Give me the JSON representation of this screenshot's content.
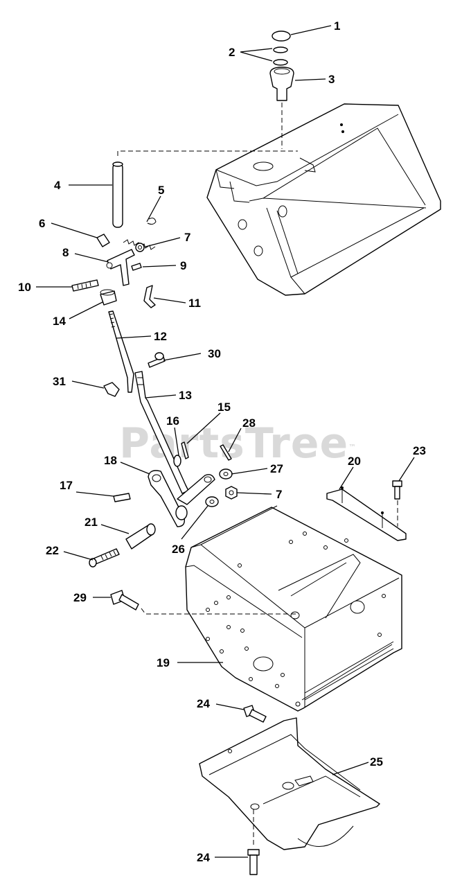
{
  "watermark": {
    "text": "PartsTree",
    "mark": "™"
  },
  "callouts": [
    {
      "id": "c1",
      "label": "1"
    },
    {
      "id": "c2",
      "label": "2"
    },
    {
      "id": "c3",
      "label": "3"
    },
    {
      "id": "c4",
      "label": "4"
    },
    {
      "id": "c5",
      "label": "5"
    },
    {
      "id": "c6",
      "label": "6"
    },
    {
      "id": "c7a",
      "label": "7"
    },
    {
      "id": "c8",
      "label": "8"
    },
    {
      "id": "c9",
      "label": "9"
    },
    {
      "id": "c10",
      "label": "10"
    },
    {
      "id": "c11",
      "label": "11"
    },
    {
      "id": "c12",
      "label": "12"
    },
    {
      "id": "c13",
      "label": "13"
    },
    {
      "id": "c14",
      "label": "14"
    },
    {
      "id": "c15",
      "label": "15"
    },
    {
      "id": "c16",
      "label": "16"
    },
    {
      "id": "c17",
      "label": "17"
    },
    {
      "id": "c18",
      "label": "18"
    },
    {
      "id": "c19",
      "label": "19"
    },
    {
      "id": "c20",
      "label": "20"
    },
    {
      "id": "c21",
      "label": "21"
    },
    {
      "id": "c22",
      "label": "22"
    },
    {
      "id": "c23",
      "label": "23"
    },
    {
      "id": "c24a",
      "label": "24"
    },
    {
      "id": "c24b",
      "label": "24"
    },
    {
      "id": "c25",
      "label": "25"
    },
    {
      "id": "c26",
      "label": "26"
    },
    {
      "id": "c27",
      "label": "27"
    },
    {
      "id": "c28",
      "label": "28"
    },
    {
      "id": "c29",
      "label": "29"
    },
    {
      "id": "c30",
      "label": "30"
    },
    {
      "id": "c31",
      "label": "31"
    },
    {
      "id": "c7b",
      "label": "7"
    }
  ]
}
